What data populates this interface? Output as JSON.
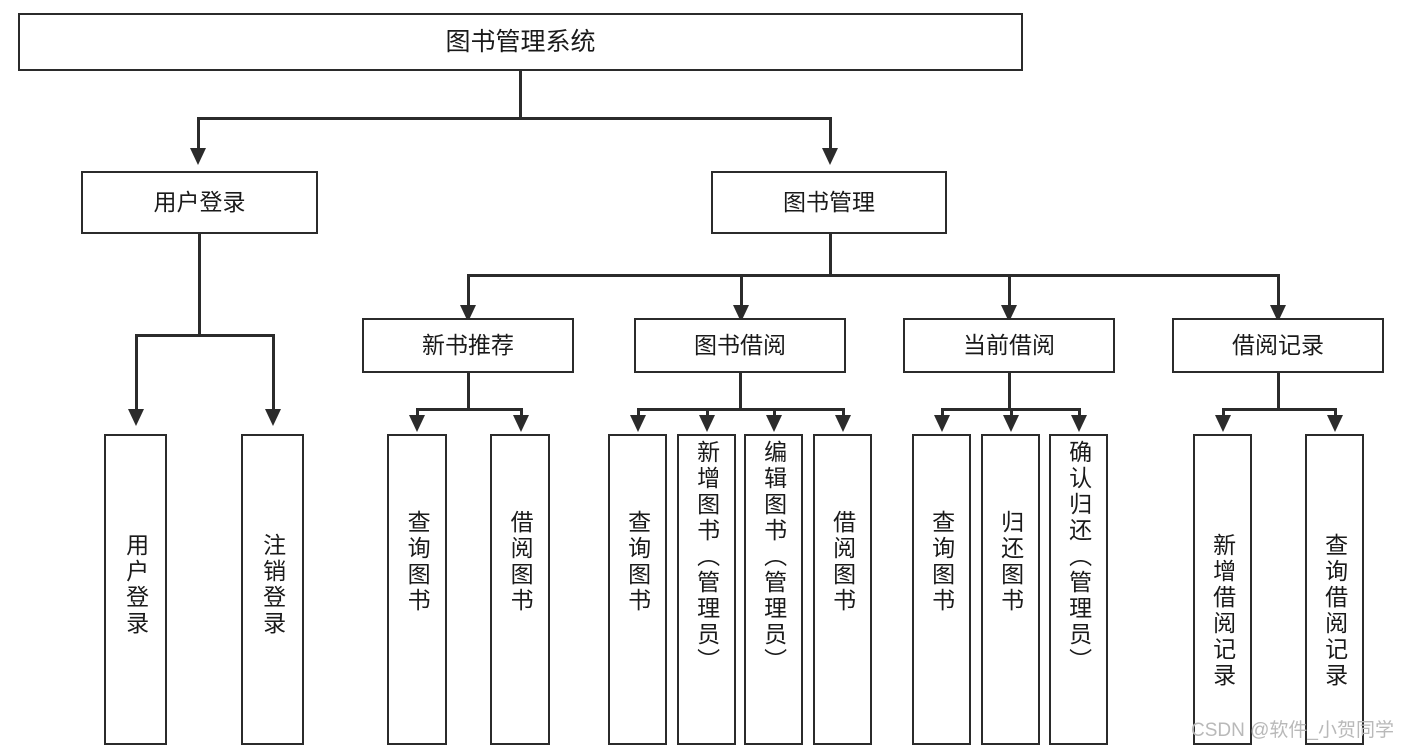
{
  "diagram": {
    "type": "tree",
    "title": "图书管理系统",
    "root": {
      "label": "图书管理系统"
    },
    "level2": [
      {
        "id": "user-login",
        "label": "用户登录"
      },
      {
        "id": "book-management",
        "label": "图书管理"
      }
    ],
    "level3": [
      {
        "id": "new-book-recommend",
        "label": "新书推荐",
        "parent": "book-management"
      },
      {
        "id": "book-borrow",
        "label": "图书借阅",
        "parent": "book-management"
      },
      {
        "id": "current-borrow",
        "label": "当前借阅",
        "parent": "book-management"
      },
      {
        "id": "borrow-record",
        "label": "借阅记录",
        "parent": "book-management"
      }
    ],
    "leaves": [
      {
        "id": "leaf-user-login",
        "label": "用户登录",
        "parent": "user-login"
      },
      {
        "id": "leaf-logout-login",
        "label": "注销登录",
        "parent": "user-login"
      },
      {
        "id": "leaf-query-book-1",
        "label": "查询图书",
        "parent": "new-book-recommend"
      },
      {
        "id": "leaf-borrow-book-1",
        "label": "借阅图书",
        "parent": "new-book-recommend"
      },
      {
        "id": "leaf-query-book-2",
        "label": "查询图书",
        "parent": "book-borrow"
      },
      {
        "id": "leaf-add-book",
        "label": "新增图书（管理员）",
        "parent": "book-borrow"
      },
      {
        "id": "leaf-edit-book",
        "label": "编辑图书（管理员）",
        "parent": "book-borrow"
      },
      {
        "id": "leaf-borrow-book-2",
        "label": "借阅图书",
        "parent": "book-borrow"
      },
      {
        "id": "leaf-query-book-3",
        "label": "查询图书",
        "parent": "current-borrow"
      },
      {
        "id": "leaf-return-book",
        "label": "归还图书",
        "parent": "current-borrow"
      },
      {
        "id": "leaf-confirm-return",
        "label": "确认归还（管理员）",
        "parent": "current-borrow"
      },
      {
        "id": "leaf-add-borrow-record",
        "label": "新增借阅记录",
        "parent": "borrow-record"
      },
      {
        "id": "leaf-query-borrow-record",
        "label": "查询借阅记录",
        "parent": "borrow-record"
      }
    ],
    "colors": {
      "stroke": "#2b2b2b",
      "fill": "#ffffff",
      "text": "#1a1a1a",
      "watermark": "#b9b9b9"
    }
  },
  "watermark": {
    "text": "CSDN @软件_小贺同学"
  }
}
